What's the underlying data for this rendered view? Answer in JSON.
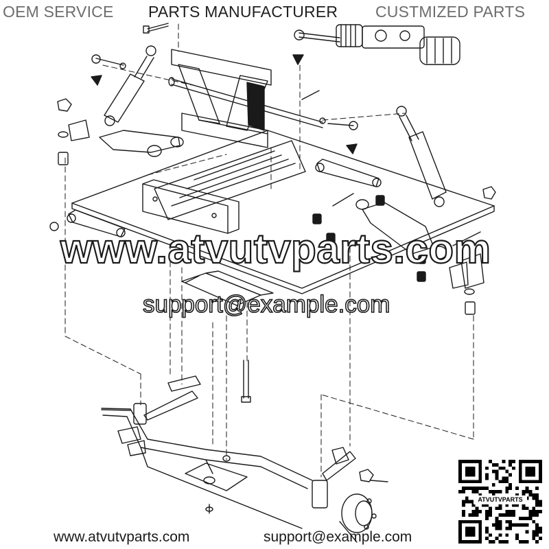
{
  "header": {
    "left": "OEM SERVICE",
    "center": "PARTS MANUFACTURER",
    "right": "CUSTMIZED PARTS"
  },
  "watermark": {
    "site": "www.atvutvparts.com",
    "email": "support@example.com"
  },
  "footer": {
    "site": "www.atvutvparts.com",
    "email": "support@example.com"
  },
  "qr_code": {
    "label": "ATVUTVPARTS"
  },
  "colors": {
    "background": "#ffffff",
    "line_art": "#1a1a1a",
    "header_grey": "#6d6d6d"
  }
}
